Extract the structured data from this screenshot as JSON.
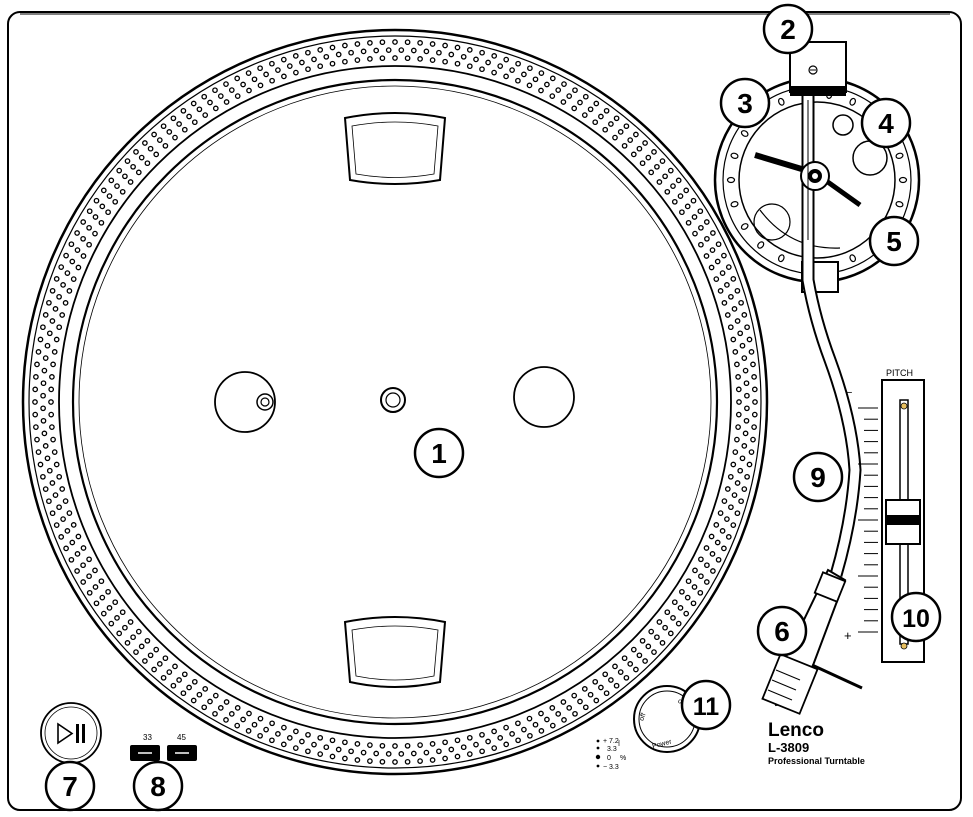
{
  "brand": {
    "logo": "Lenco",
    "model": "L-3809",
    "subtitle": "Professional Turntable"
  },
  "pitch": {
    "title": "PITCH",
    "minus": "−",
    "plus": "+"
  },
  "speed": {
    "label_33": "33",
    "label_45": "45"
  },
  "power": {
    "off": "off",
    "on": "on",
    "power": "Power"
  },
  "pitch_range": {
    "r1": "+ 7.2",
    "r2": "3.3",
    "r3": "0",
    "unit": "%",
    "r4": "− 3.3"
  },
  "callouts": [
    "1",
    "2",
    "3",
    "4",
    "5",
    "6",
    "7",
    "8",
    "9",
    "10",
    "11"
  ],
  "icons": {
    "play_pause": "play-pause-icon"
  }
}
